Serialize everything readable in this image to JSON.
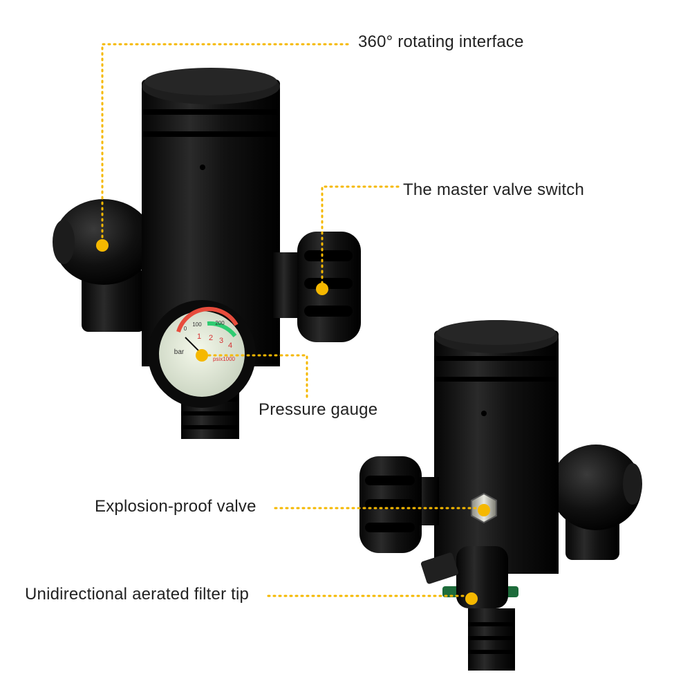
{
  "colors": {
    "accent": "#F5B800",
    "body": "#111111",
    "background": "#FFFFFF"
  },
  "callouts": {
    "rotating_interface": "360° rotating interface",
    "master_valve_switch": "The master valve switch",
    "pressure_gauge": "Pressure gauge",
    "explosion_proof_valve": "Explosion-proof valve",
    "filter_tip": "Unidirectional aerated filter tip"
  },
  "gauge": {
    "unit_bar": "bar",
    "unit_psi": "psix1000",
    "scale": [
      "1",
      "2",
      "3",
      "4"
    ],
    "bar_scale": [
      "0",
      "100",
      "200"
    ]
  }
}
